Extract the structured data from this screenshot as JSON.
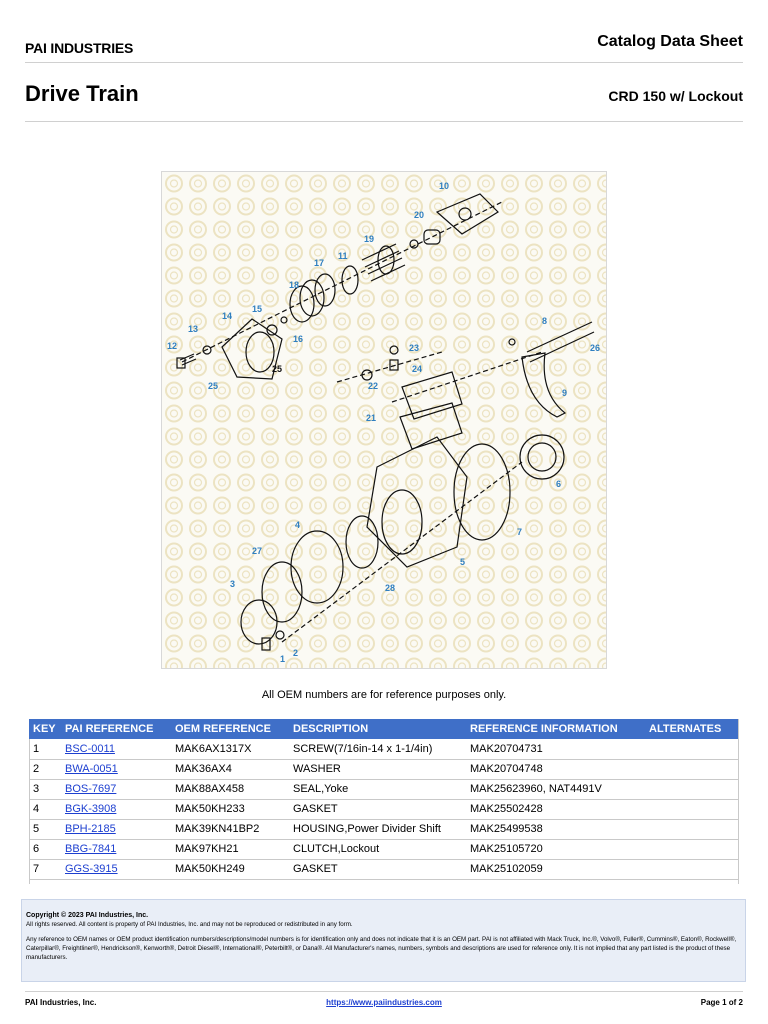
{
  "header": {
    "logo": "PAI INDUSTRIES",
    "sheet_title": "Catalog Data Sheet",
    "page_title": "Drive Train",
    "model": "CRD 150 w/ Lockout"
  },
  "diagram": {
    "callouts": [
      "1",
      "2",
      "3",
      "4",
      "5",
      "6",
      "7",
      "8",
      "9",
      "10",
      "11",
      "12",
      "13",
      "14",
      "15",
      "16",
      "17",
      "18",
      "19",
      "20",
      "21",
      "22",
      "23",
      "24",
      "25",
      "25",
      "26",
      "27",
      "28"
    ]
  },
  "note": "All OEM numbers are for reference purposes only.",
  "table": {
    "headers": [
      "KEY",
      "PAI REFERENCE",
      "OEM REFERENCE",
      "DESCRIPTION",
      "REFERENCE INFORMATION",
      "ALTERNATES"
    ],
    "rows": [
      {
        "key": "1",
        "pai": "BSC-0011",
        "oem": "MAK6AX1317X",
        "desc": "SCREW(7/16in-14 x 1-1/4in)",
        "ref": "MAK20704731",
        "alt": ""
      },
      {
        "key": "2",
        "pai": "BWA-0051",
        "oem": "MAK36AX4",
        "desc": "WASHER",
        "ref": "MAK20704748",
        "alt": ""
      },
      {
        "key": "3",
        "pai": "BOS-7697",
        "oem": "MAK88AX458",
        "desc": "SEAL,Yoke",
        "ref": "MAK25623960, NAT4491V",
        "alt": ""
      },
      {
        "key": "4",
        "pai": "BGK-3908",
        "oem": "MAK50KH233",
        "desc": "GASKET",
        "ref": "MAK25502428",
        "alt": ""
      },
      {
        "key": "5",
        "pai": "BPH-2185",
        "oem": "MAK39KN41BP2",
        "desc": "HOUSING,Power Divider Shift",
        "ref": "MAK25499538",
        "alt": ""
      },
      {
        "key": "6",
        "pai": "BBG-7841",
        "oem": "MAK97KH21",
        "desc": "CLUTCH,Lockout",
        "ref": "MAK25105720",
        "alt": ""
      },
      {
        "key": "7",
        "pai": "GGS-3915",
        "oem": "MAK50KH249",
        "desc": "GASKET",
        "ref": "MAK25102059",
        "alt": ""
      }
    ]
  },
  "legal": {
    "copyright": "Copyright © 2023 PAI Industries, Inc.",
    "rights": "All rights reserved. All content is property of PAI Industries, Inc. and may not be reproduced or redistributed in any form.",
    "disclaimer": "Any reference to OEM names or OEM product identification numbers/descriptions/model numbers is for identification only and does not indicate that it is an OEM part. PAI is not affiliated with Mack Truck, Inc.®, Volvo®, Fuller®, Cummins®, Eaton®, Rockwell®, Caterpillar®, Freightliner®, Hendrickson®, Kenworth®, Detroit Diesel®, International®, Peterbilt®, or Dana®. All Manufacturer's names, numbers, symbols and descriptions are used for reference only. It is not implied that any part listed is the product of these manufacturers."
  },
  "footer": {
    "company": "PAI Industries, Inc.",
    "url": "https://www.paiindustries.com",
    "page": "Page 1 of 2"
  },
  "colors": {
    "table_header_bg": "#3f6fc8",
    "link": "#1d3fd0",
    "callout": "#2f7fc0",
    "legal_bg": "#e9eef7"
  }
}
